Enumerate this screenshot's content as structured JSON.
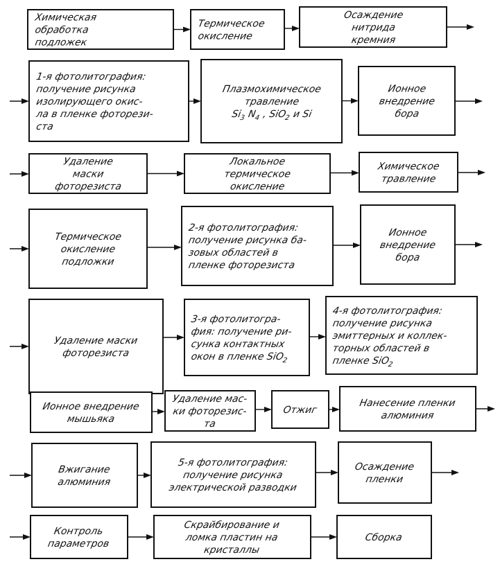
{
  "diagram": {
    "rows": [
      {
        "entry_arrow": false,
        "exit_arrow": true,
        "steps": [
          {
            "id": "s1",
            "lines": [
              [
                "Химическая"
              ],
              [
                "обработка"
              ],
              [
                "подложек"
              ]
            ]
          },
          {
            "id": "s2",
            "lines": [
              [
                "Термическое"
              ],
              [
                "окисление"
              ]
            ]
          },
          {
            "id": "s3",
            "lines": [
              [
                "Осаждение"
              ],
              [
                "нитрида"
              ],
              [
                "кремния"
              ]
            ]
          }
        ]
      },
      {
        "entry_arrow": true,
        "exit_arrow": true,
        "steps": [
          {
            "id": "s4",
            "lines": [
              [
                "1-я фотолитография:"
              ],
              [
                "получение рисунка"
              ],
              [
                "изолирующего окис-"
              ],
              [
                "ла в пленке фоторези-"
              ],
              [
                "ста"
              ]
            ]
          },
          {
            "id": "s5",
            "lines": [
              [
                "Плазмохимическое"
              ],
              [
                "травление"
              ],
              [
                "Si",
                {
                  "sub": "3"
                },
                " N",
                {
                  "sub": "4"
                },
                " , SiO",
                {
                  "sub": "2"
                },
                " и Si"
              ]
            ]
          },
          {
            "id": "s6",
            "lines": [
              [
                "Ионное"
              ],
              [
                "внедрение"
              ],
              [
                "бора"
              ]
            ]
          }
        ]
      },
      {
        "entry_arrow": true,
        "exit_arrow": true,
        "steps": [
          {
            "id": "s7",
            "lines": [
              [
                "Удаление"
              ],
              [
                "маски"
              ],
              [
                "фоторезиста"
              ]
            ]
          },
          {
            "id": "s8",
            "lines": [
              [
                "Локальное"
              ],
              [
                "термическое"
              ],
              [
                "окисление"
              ]
            ]
          },
          {
            "id": "s9",
            "lines": [
              [
                "Химическое"
              ],
              [
                "травление"
              ]
            ]
          }
        ]
      },
      {
        "entry_arrow": true,
        "exit_arrow": true,
        "steps": [
          {
            "id": "s10",
            "lines": [
              [
                "Термическое"
              ],
              [
                "окисление"
              ],
              [
                "подложки"
              ]
            ]
          },
          {
            "id": "s11",
            "lines": [
              [
                "2-я фотолитография:"
              ],
              [
                "получение рисунка ба-"
              ],
              [
                "зовых областей в"
              ],
              [
                "пленке фоторезиста"
              ]
            ]
          },
          {
            "id": "s12",
            "lines": [
              [
                "Ионное"
              ],
              [
                "внедрение"
              ],
              [
                "бора"
              ]
            ]
          }
        ]
      },
      {
        "entry_arrow": true,
        "exit_arrow": false,
        "steps": [
          {
            "id": "s13",
            "lines": [
              [
                "Удаление маски"
              ],
              [
                "фоторезиста"
              ]
            ]
          },
          {
            "id": "s14",
            "lines": [
              [
                "3-я фотолитогра-"
              ],
              [
                "фия: получение ри-"
              ],
              [
                "сунка контактных"
              ],
              [
                "окон в пленке SiO",
                {
                  "sub": "2"
                }
              ]
            ]
          },
          {
            "id": "s15",
            "lines": [
              [
                "4-я фотолитография:"
              ],
              [
                "получение рисунка"
              ],
              [
                "эмиттерных и коллек-"
              ],
              [
                "торных областей в"
              ],
              [
                "пленке SiO",
                {
                  "sub": "2"
                }
              ]
            ]
          }
        ]
      },
      {
        "entry_arrow": false,
        "exit_arrow": true,
        "steps": [
          {
            "id": "s16",
            "lines": [
              [
                "Ионное внедрение"
              ],
              [
                "мышьяка"
              ]
            ]
          },
          {
            "id": "s17",
            "lines": [
              [
                "Удаление мас-"
              ],
              [
                "ки фоторезис-"
              ],
              [
                "та"
              ]
            ]
          },
          {
            "id": "s18",
            "lines": [
              [
                "Отжиг"
              ]
            ]
          },
          {
            "id": "s19",
            "lines": [
              [
                "Нанесение пленки"
              ],
              [
                "алюминия"
              ]
            ]
          }
        ]
      },
      {
        "entry_arrow": true,
        "exit_arrow": true,
        "steps": [
          {
            "id": "s20",
            "lines": [
              [
                "Вжигание"
              ],
              [
                "алюминия"
              ]
            ]
          },
          {
            "id": "s21",
            "lines": [
              [
                "5-я фотолитография:"
              ],
              [
                "получение рисунка"
              ],
              [
                "электрической разводки"
              ]
            ]
          },
          {
            "id": "s22",
            "lines": [
              [
                "Осаждение"
              ],
              [
                "пленки"
              ]
            ]
          }
        ]
      },
      {
        "entry_arrow": true,
        "exit_arrow": false,
        "steps": [
          {
            "id": "s23",
            "lines": [
              [
                "Контроль"
              ],
              [
                "параметров"
              ]
            ]
          },
          {
            "id": "s24",
            "lines": [
              [
                "Скрайбирование и"
              ],
              [
                "ломка пластин на"
              ],
              [
                "кристаллы"
              ]
            ]
          },
          {
            "id": "s25",
            "lines": [
              [
                "Сборка"
              ]
            ]
          }
        ]
      }
    ]
  }
}
